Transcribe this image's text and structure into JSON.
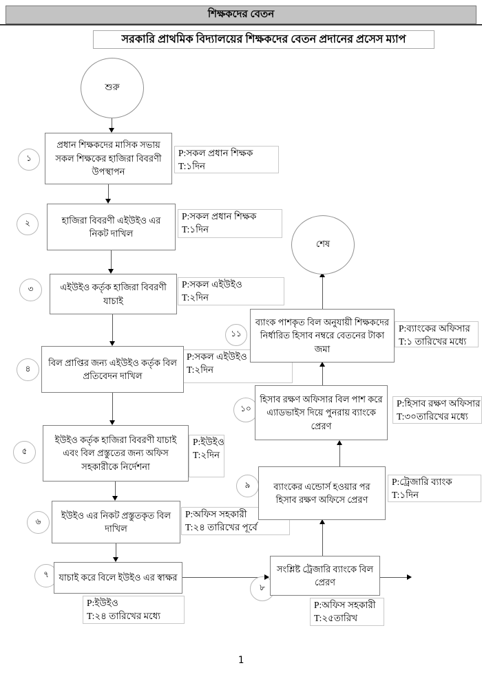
{
  "header": {
    "title": "শিক্ষকদের বেতন"
  },
  "subtitle": "সরকারি প্রাথমিক বিদ্যালয়ের শিক্ষকদের বেতন প্রদানের প্রসেস ম্যাপ",
  "terminals": {
    "start": "শুরু",
    "end": "শেষ"
  },
  "steps": [
    {
      "num": "১",
      "label": "প্রধান শিক্ষকদের মাসিক সভায় সকল শিক্ষকের হাজিরা বিবরণী উপস্থাপন",
      "p": "P:সকল প্রধান শিক্ষক",
      "t": "T:১দিন"
    },
    {
      "num": "২",
      "label": "হাজিরা বিবরণী এইউইও এর নিকট দাখিল",
      "p": "P:সকল প্রধান শিক্ষক",
      "t": "T:১দিন"
    },
    {
      "num": "৩",
      "label": "এইউইও কর্তৃক হাজিরা বিবরণী যাচাই",
      "p": "P:সকল এইউইও",
      "t": "T:২দিন"
    },
    {
      "num": "৪",
      "label": "বিল প্রাপ্তির জন্য এইউইও কর্তৃক বিল প্রতিবেদন দাখিল",
      "p": "P:সকল এইউইও",
      "t": "T:২দিন"
    },
    {
      "num": "৫",
      "label": "ইউইও কর্তৃক হাজিরা বিবরণী যাচাই এবং বিল প্রস্তুতের জন্য অফিস সহকারীকে নির্দেশনা",
      "p": "P:ইউইও",
      "t": "T:২দিন"
    },
    {
      "num": "৬",
      "label": "ইউইও এর নিকট প্রস্তুতকৃত বিল দাখিল",
      "p": "P:অফিস সহকারী",
      "t": "T:২৪ তারিখের পূর্বে"
    },
    {
      "num": "৭",
      "label": "যাচাই করে বিলে ইউইও এর স্বাক্ষর",
      "p": "P:ইউইও",
      "t": "T:২৪ তারিখের মধ্যে"
    },
    {
      "num": "৮",
      "label": "সংশ্লিষ্ট ট্রেজারি ব্যাংকে বিল প্রেরণ",
      "p": "P:অফিস সহকারী",
      "t": "T:২৫তারিখ"
    },
    {
      "num": "৯",
      "label": "ব্যাংকের এন্ডোর্স হওয়ার পর হিসাব রক্ষণ অফিসে প্রেরণ",
      "p": "P:ট্রেজারি ব্যাংক",
      "t": "T:১দিন"
    },
    {
      "num": "১০",
      "label": "হিসাব রক্ষণ অফিসার বিল পাশ করে এ্যাডভাইস দিয়ে পুনরায় ব্যাংকে প্রেরণ",
      "p": "P:হিসাব রক্ষণ অফিসার",
      "t": "T:৩০তারিখের মধ্যে"
    },
    {
      "num": "১১",
      "label": "ব্যাংক পাশকৃত বিল অনুযায়ী শিক্ষকদের নির্ধারিত হিসাব নম্বরে বেতনের টাকা জমা",
      "p": "P:ব্যাংকের অফিসার",
      "t": "T:১ তারিখের মধ্যে"
    }
  ],
  "footer": {
    "page_number": "1"
  },
  "colors": {
    "header_bg": "#c3c3c3",
    "box_border": "#7f7f7f",
    "annotation_border": "#c9c9c9",
    "line": "#555555"
  }
}
